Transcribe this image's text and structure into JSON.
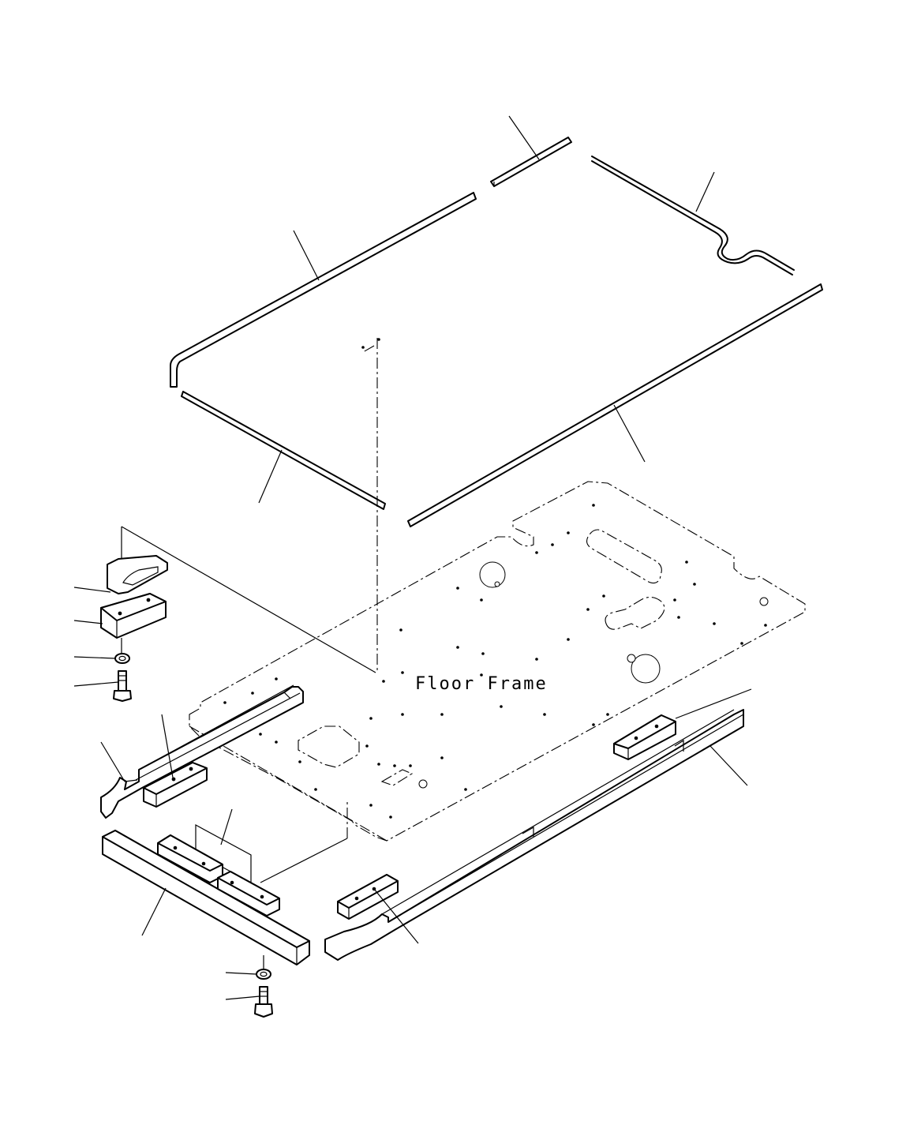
{
  "diagram": {
    "label": "Floor Frame",
    "parts": [
      "seal-strip-short-top",
      "seal-strip-bent",
      "seal-strip-long-left",
      "seal-strip-long-right",
      "seal-strip-lower-left",
      "shim-plate",
      "mount-block-left",
      "washer-left",
      "bolt-left",
      "side-rail-left",
      "mount-block-rail-left",
      "front-beam",
      "mount-blocks-front",
      "washer-bottom",
      "bolt-bottom",
      "side-rail-right",
      "mount-block-rail-right-rear",
      "mount-block-rail-right-front"
    ]
  }
}
